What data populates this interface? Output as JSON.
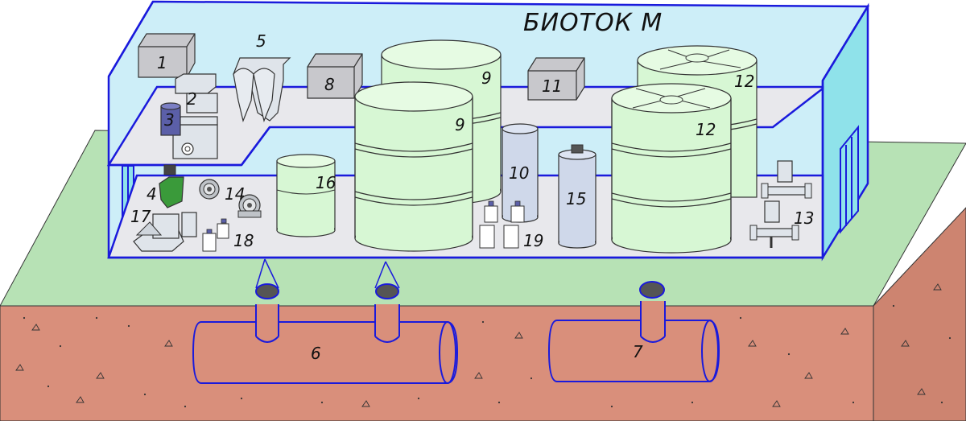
{
  "title": "БИОТОК М",
  "labels": {
    "n1": "1",
    "n2": "2",
    "n3": "3",
    "n4": "4",
    "n5": "5",
    "n6": "6",
    "n7": "7",
    "n8": "8",
    "n9a": "9",
    "n9b": "9",
    "n10": "10",
    "n11": "11",
    "n12a": "12",
    "n12b": "12",
    "n13": "13",
    "n14": "14",
    "n15": "15",
    "n16": "16",
    "n17": "17",
    "n18": "18",
    "n19": "19"
  },
  "colors": {
    "outline": "#1a1adc",
    "glass": "#cdeef8",
    "right_wall": "#8fe2ea",
    "floor": "#e8e8ec",
    "ground": "#b7e2b5",
    "soil": "#d98f7b",
    "soil_side": "#cd8470",
    "tank": "#d7f7d4",
    "box": "#c8c8cc"
  }
}
